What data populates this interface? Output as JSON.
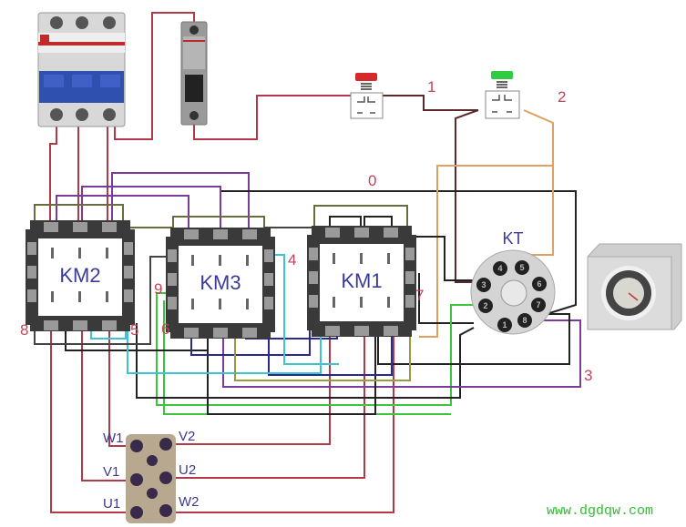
{
  "diagram": {
    "title": "Star-delta motor starter wiring with time relay",
    "devices": {
      "main_breaker": {
        "name": "3-pole circuit breaker",
        "icon": "three-pole-breaker"
      },
      "control_breaker": {
        "name": "1-pole circuit breaker",
        "icon": "single-pole-breaker"
      },
      "stop_button": {
        "name": "Stop button",
        "color": "#d42a2a"
      },
      "start_button": {
        "name": "Start button",
        "color": "#2ecc40"
      },
      "km2": {
        "label": "KM2"
      },
      "km3": {
        "label": "KM3"
      },
      "km1": {
        "label": "KM1"
      },
      "kt": {
        "label": "KT",
        "pins": [
          "1",
          "2",
          "3",
          "4",
          "5",
          "6",
          "7",
          "8"
        ]
      },
      "timer_module": {
        "name": "Time relay",
        "icon": "timer-relay"
      },
      "motor_terminal": {
        "labels_left": [
          "W1",
          "V1",
          "U1"
        ],
        "labels_right": [
          "V2",
          "U2",
          "W2"
        ]
      }
    },
    "wire_numbers": [
      "0",
      "1",
      "2",
      "3",
      "4",
      "5",
      "6",
      "7",
      "8",
      "9"
    ],
    "wire_colors": {
      "power": "#b03a48",
      "control_dark": "#222222",
      "purple": "#7a3b9a",
      "green": "#3cc43c",
      "cyan": "#3cc4d4",
      "navy": "#2a2a8a",
      "orange": "#e0a060",
      "olive": "#9a9a40"
    }
  },
  "watermark": "www.dgdqw.com"
}
